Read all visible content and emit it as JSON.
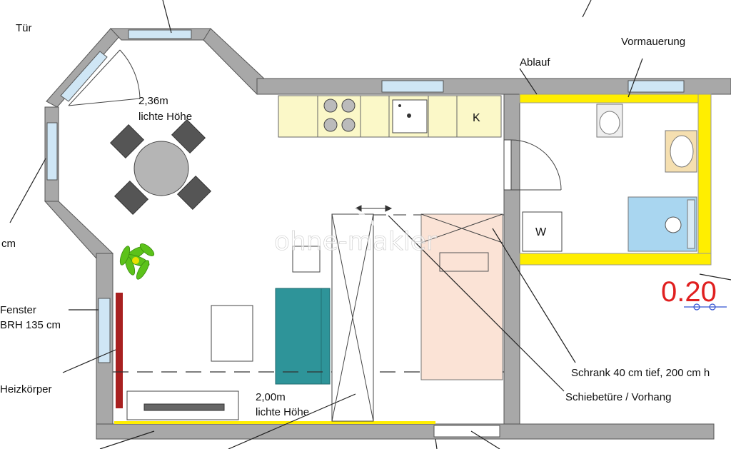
{
  "labels": {
    "door": "Tür",
    "height_living": "2,36m",
    "height_living_sub": "lichte Höhe",
    "cm_left": "cm",
    "window": "Fenster",
    "window_brh": "BRH 135 cm",
    "radiator": "Heizkörper",
    "height_bed": "2,00m",
    "height_bed_sub": "lichte Höhe",
    "drain": "Ablauf",
    "wall_lining": "Vormauerung",
    "kitchen_k": "K",
    "washer_w": "W",
    "wardrobe": "Schrank 40 cm tief, 200 cm h",
    "sliding_door": "Schiebetüre / Vorhang",
    "scale_value": "0.20",
    "watermark": "ohne-makler"
  },
  "colors": {
    "wall_gray": "#a8a8a8",
    "window_blue": "#cfe6f5",
    "kitchen_yellow": "#fbf8c8",
    "bath_yellow": "#ffee00",
    "sofa_teal": "#2e9499",
    "bed_peach": "#fbe3d6",
    "radiator_red": "#a82020",
    "shower_blue": "#a9d6f0",
    "plant_green": "#5cc21a"
  }
}
